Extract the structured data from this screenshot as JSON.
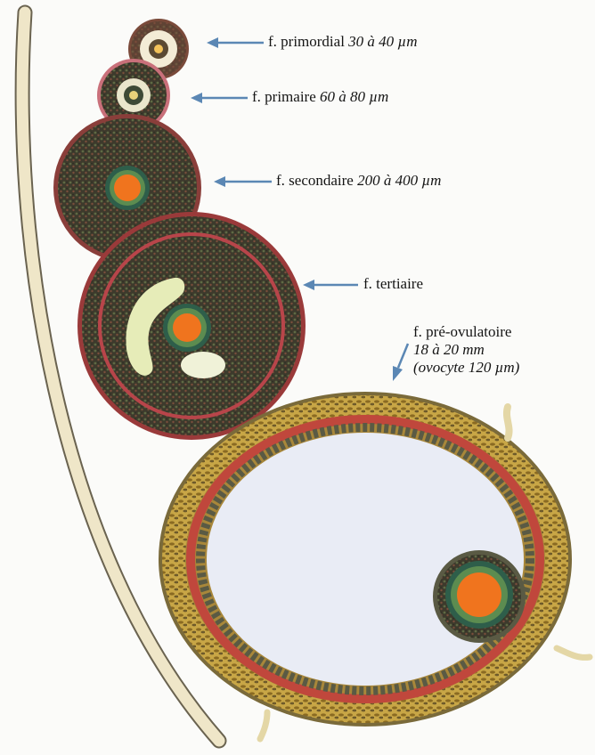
{
  "labels": {
    "primordial": {
      "name": "f. primordial",
      "size": "30 à 40 µm"
    },
    "primaire": {
      "name": "f. primaire",
      "size": "60 à 80 µm"
    },
    "secondaire": {
      "name": "f. secondaire",
      "size": "200 à 400 µm"
    },
    "tertiaire": {
      "name": "f. tertiaire"
    },
    "preovulatoire": {
      "name": "f. pré-ovulatoire",
      "size": "18 à 20 mm",
      "oocyte": "(ovocyte 120 µm)"
    }
  },
  "colors": {
    "arrow": "#5b87b4",
    "granulosa": "#3e3a2a",
    "theca_red": "#b8454a",
    "oocyte": "#f0741e",
    "zona": "#2e5e4a",
    "antrum": "#e9ecf5",
    "antrum_yellow": "#e6ecb8",
    "theca_gold": "#b9953a",
    "ovary_edge": "#efe6c8"
  }
}
